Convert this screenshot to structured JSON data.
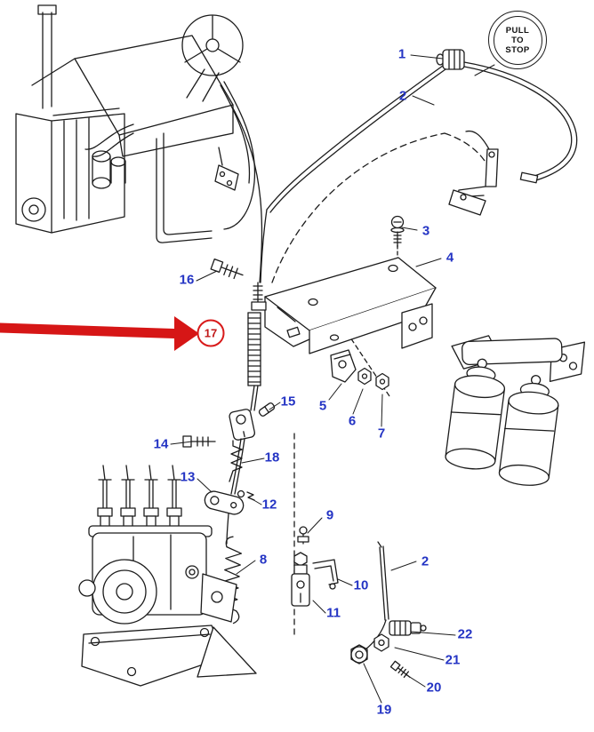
{
  "stop_knob_face": {
    "line1": "PULL",
    "line2": "TO",
    "line3": "STOP"
  },
  "part_labels": {
    "p1": "1",
    "p2_top": "2",
    "p3": "3",
    "p4": "4",
    "p5": "5",
    "p6": "6",
    "p7": "7",
    "p8": "8",
    "p9": "9",
    "p10": "10",
    "p11": "11",
    "p12": "12",
    "p13": "13",
    "p14": "14",
    "p15": "15",
    "p16": "16",
    "p17": "17",
    "p18": "18",
    "p19": "19",
    "p20": "20",
    "p21": "21",
    "p22": "22",
    "p2_bottom": "2"
  },
  "colors": {
    "part_label": "#2434c4",
    "highlight": "#d61616",
    "line_art": "#1c1c1c"
  }
}
